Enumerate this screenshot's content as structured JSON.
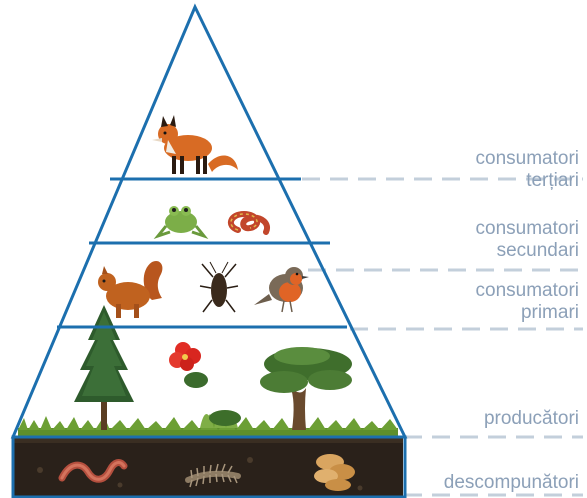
{
  "levels": [
    {
      "line1": "consumatori",
      "line2": "terțiari"
    },
    {
      "line1": "consumatori",
      "line2": "secundari"
    },
    {
      "line1": "consumatori",
      "line2": "primari"
    },
    {
      "line1": "producători"
    },
    {
      "line1": "descompunători"
    }
  ],
  "colors": {
    "outline": "#1c6fae",
    "label": "#8ca0b8",
    "dashes": "#c3cfdb",
    "soil": "#2a211a",
    "grass": "#5e8f2c"
  },
  "icons": [
    "fox-icon",
    "frog-icon",
    "snake-icon",
    "squirrel-icon",
    "cockroach-icon",
    "robin-bird-icon",
    "fir-tree-icon",
    "hibiscus-flower-icon",
    "bonsai-tree-icon",
    "grass-icon",
    "earthworm-icon",
    "centipede-icon",
    "fungus-icon"
  ]
}
